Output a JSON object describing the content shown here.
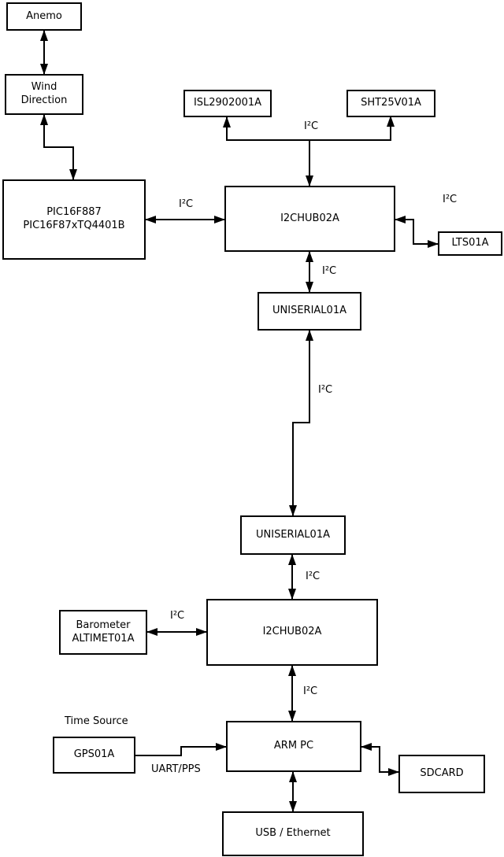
{
  "diagram": {
    "nodes": {
      "anemo": {
        "label": "Anemo"
      },
      "wind": {
        "label": "Wind\nDirection"
      },
      "pic": {
        "label": "PIC16F887\nPIC16F87xTQ4401B"
      },
      "isl": {
        "label": "ISL2902001A"
      },
      "sht": {
        "label": "SHT25V01A"
      },
      "hub1": {
        "label": "I2CHUB02A"
      },
      "lts": {
        "label": "LTS01A"
      },
      "uniserial1": {
        "label": "UNISERIAL01A"
      },
      "uniserial2": {
        "label": "UNISERIAL01A"
      },
      "hub2": {
        "label": "I2CHUB02A"
      },
      "barometer": {
        "label": "Barometer\nALTIMET01A"
      },
      "gps": {
        "label": "GPS01A"
      },
      "armpc": {
        "label": "ARM PC"
      },
      "sdcard": {
        "label": "SDCARD"
      },
      "usb": {
        "label": "USB / Ethernet"
      }
    },
    "edge_labels": {
      "i2c_top": "I²C",
      "i2c_pic_hub1": "I²C",
      "i2c_hub1_lts": "I²C",
      "i2c_hub1_us1": "I²C",
      "i2c_us_link": "I²C",
      "i2c_us2_hub2": "I²C",
      "i2c_baro_hub2": "I²C",
      "i2c_hub2_arm": "I²C",
      "time_source": "Time Source",
      "uart_pps": "UART/PPS"
    },
    "edges": [
      {
        "from": "anemo",
        "to": "wind",
        "label": "",
        "arrows": "both"
      },
      {
        "from": "wind",
        "to": "pic",
        "label": "",
        "arrows": "both"
      },
      {
        "from": "pic",
        "to": "hub1",
        "label": "I²C",
        "arrows": "both"
      },
      {
        "from": "hub1",
        "to": "isl",
        "label": "I²C",
        "arrows": "both-bus"
      },
      {
        "from": "hub1",
        "to": "sht",
        "label": "I²C",
        "arrows": "both-bus"
      },
      {
        "from": "hub1",
        "to": "lts",
        "label": "I²C",
        "arrows": "both"
      },
      {
        "from": "hub1",
        "to": "uniserial1",
        "label": "I²C",
        "arrows": "both"
      },
      {
        "from": "uniserial1",
        "to": "uniserial2",
        "label": "I²C",
        "arrows": "both"
      },
      {
        "from": "uniserial2",
        "to": "hub2",
        "label": "I²C",
        "arrows": "both"
      },
      {
        "from": "barometer",
        "to": "hub2",
        "label": "I²C",
        "arrows": "both"
      },
      {
        "from": "hub2",
        "to": "armpc",
        "label": "I²C",
        "arrows": "both"
      },
      {
        "from": "gps",
        "to": "armpc",
        "label": "UART/PPS",
        "arrows": "to"
      },
      {
        "from": "armpc",
        "to": "sdcard",
        "label": "",
        "arrows": "both"
      },
      {
        "from": "armpc",
        "to": "usb",
        "label": "",
        "arrows": "both"
      }
    ],
    "colors": {
      "background": "#ffffff",
      "box_fill": "#ffffff",
      "box_border": "#000000",
      "line": "#000000",
      "text": "#000000"
    }
  }
}
